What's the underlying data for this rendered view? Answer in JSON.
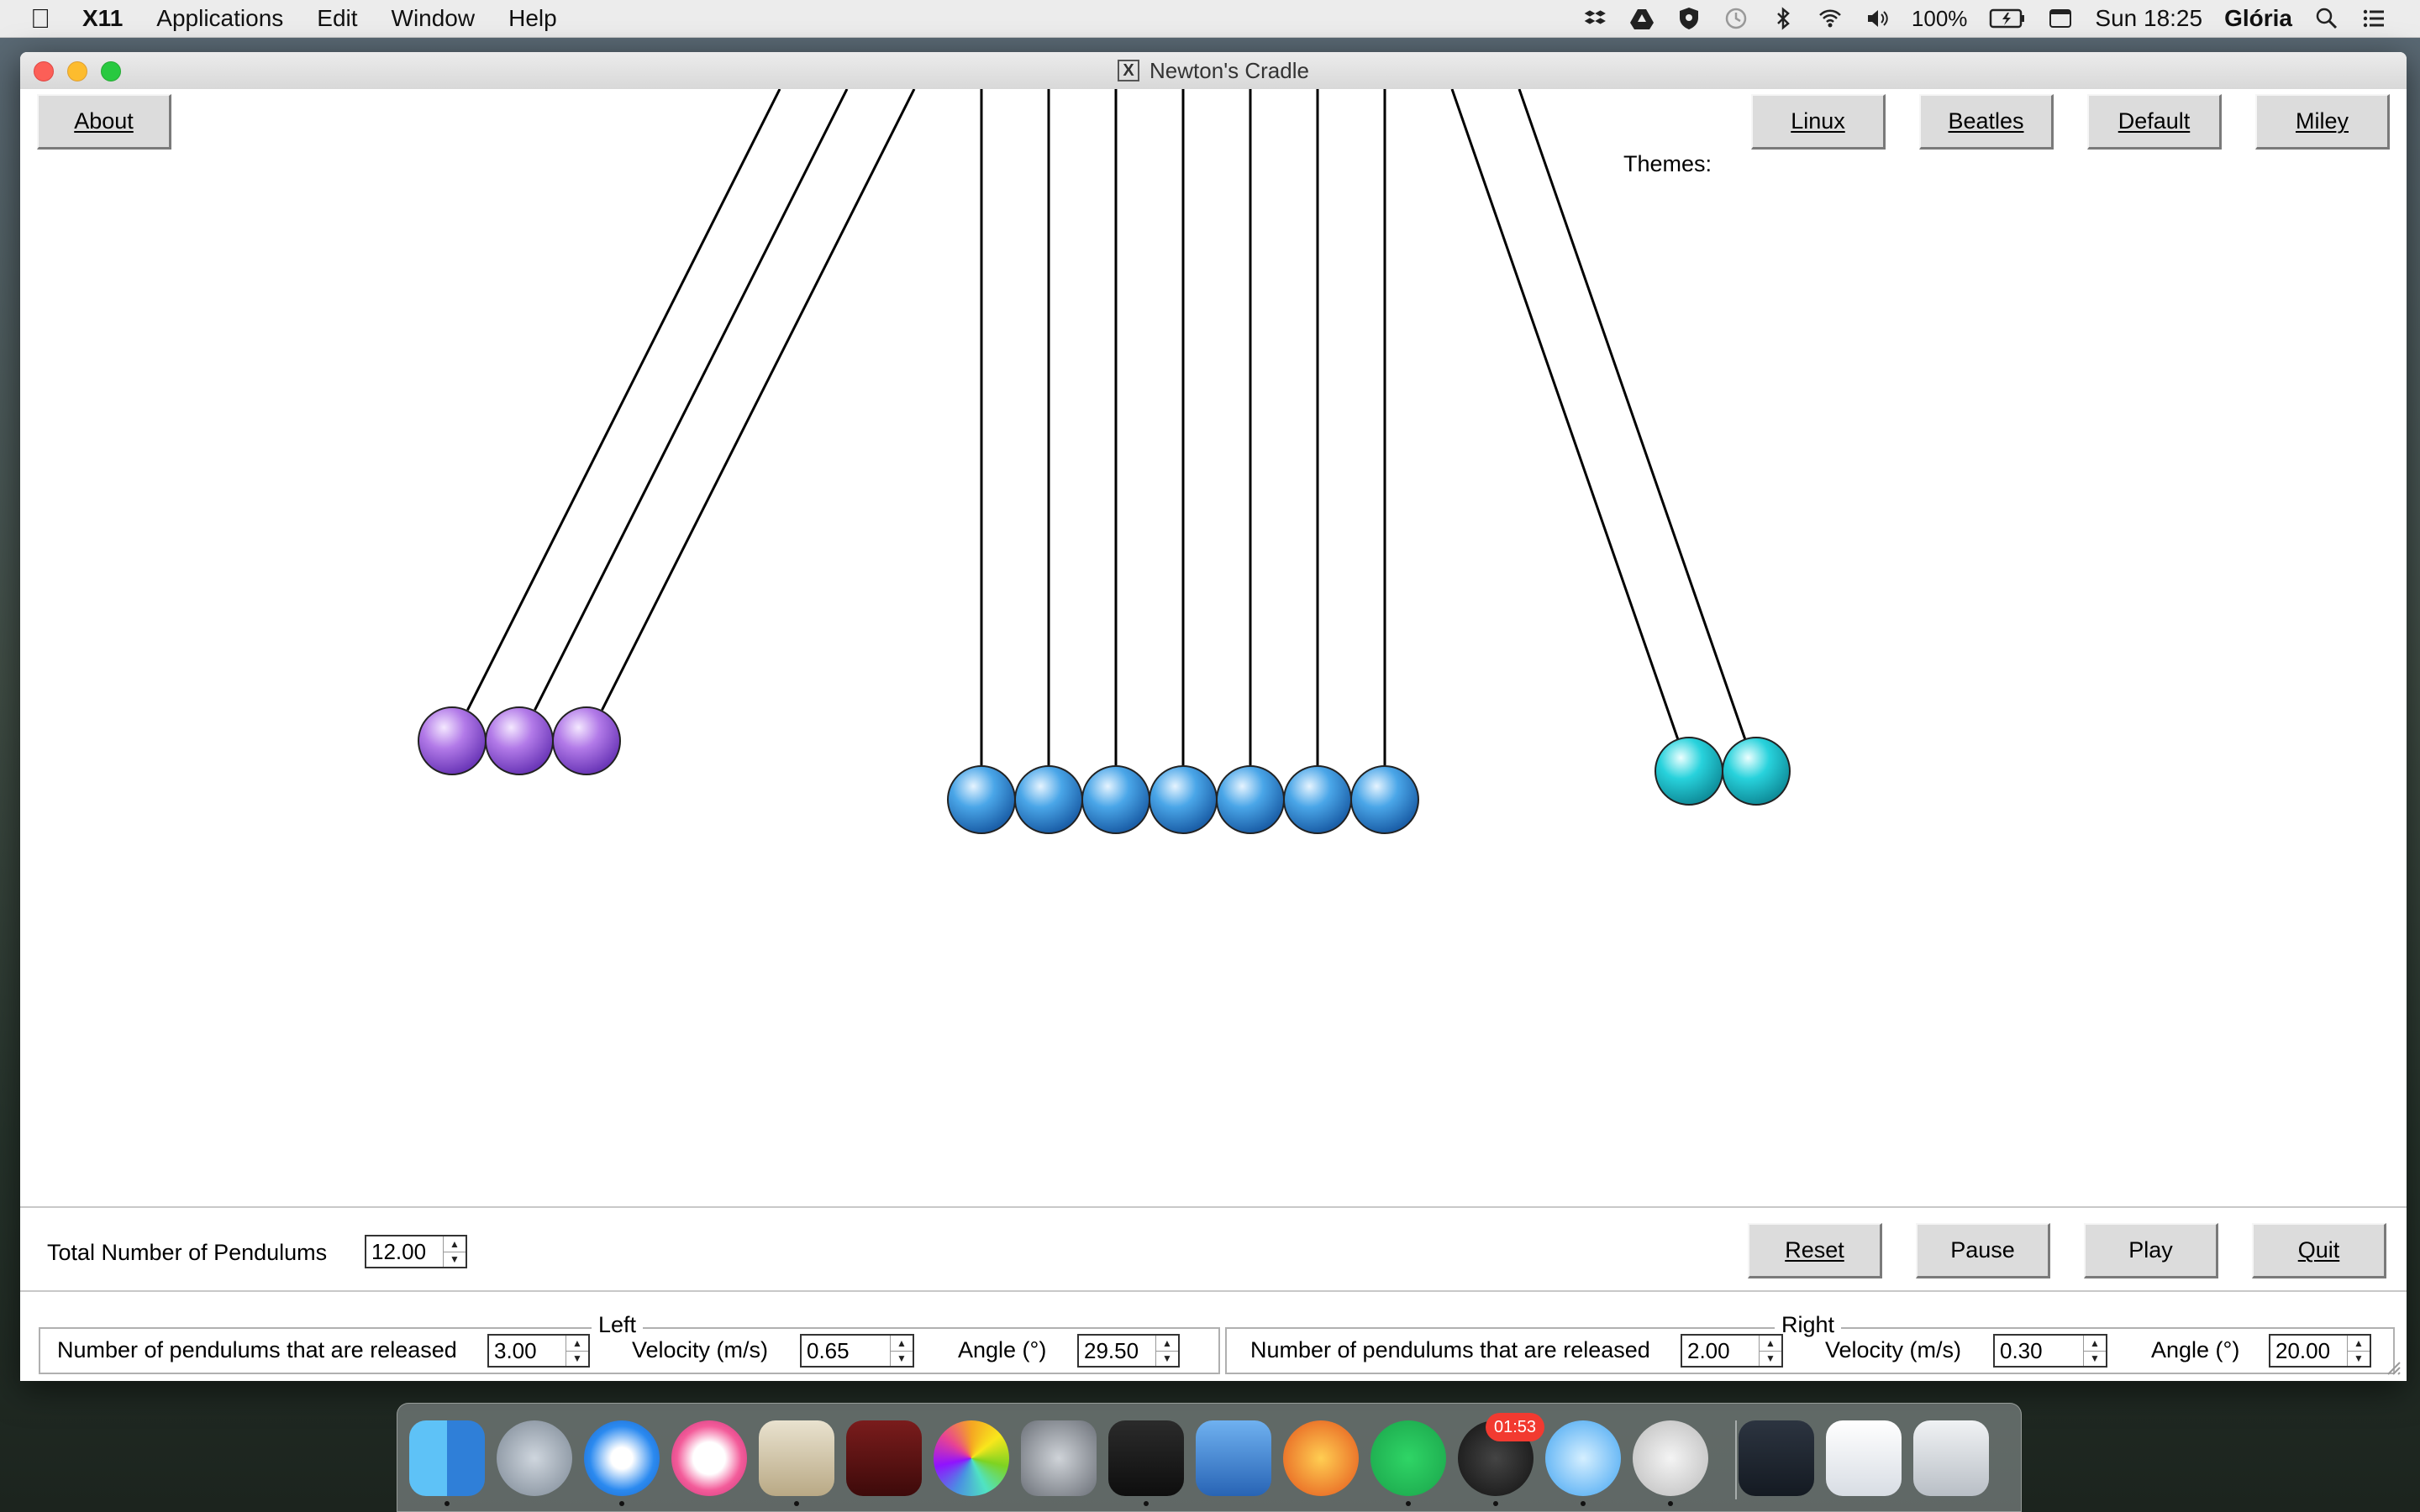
{
  "menubar": {
    "app_name": "X11",
    "items": [
      "Applications",
      "Edit",
      "Window",
      "Help"
    ],
    "battery": "100%",
    "clock": "Sun 18:25",
    "user": "Glória"
  },
  "window": {
    "title": "Newton's Cradle",
    "about_label": "About",
    "themes_label": "Themes:",
    "themes": [
      "Linux",
      "Beatles",
      "Default",
      "Miley"
    ]
  },
  "cradle": {
    "total_pendulums": 12,
    "left_released": 3,
    "right_released": 2,
    "left_color": "#a56be0",
    "middle_color": "#3d9be0",
    "right_color": "#22cdd8"
  },
  "controls": {
    "total_label": "Total Number of Pendulums",
    "total_value": "12.00",
    "buttons": [
      "Reset",
      "Pause",
      "Play",
      "Quit"
    ],
    "left": {
      "title": "Left",
      "released_label": "Number of pendulums that are released",
      "released_value": "3.00",
      "velocity_label": "Velocity (m/s)",
      "velocity_value": "0.65",
      "angle_label": "Angle (°)",
      "angle_value": "29.50"
    },
    "right": {
      "title": "Right",
      "released_label": "Number of pendulums that are released",
      "released_value": "2.00",
      "velocity_label": "Velocity (m/s)",
      "velocity_value": "0.30",
      "angle_label": "Angle (°)",
      "angle_value": "20.00"
    }
  },
  "dock": {
    "apps": [
      "finder-icon",
      "launchpad-icon",
      "safari-icon",
      "itunes-icon",
      "mail-icon",
      "photo-booth-icon",
      "photos-icon",
      "system-preferences-icon",
      "terminal-icon",
      "xcode-icon",
      "mathematica-icon",
      "spotify-icon",
      "solitaire-icon",
      "messages-icon",
      "x11-icon",
      "screen-thumbnail-icon",
      "document-thumbnail-icon",
      "trash-icon"
    ],
    "badge": "01:53"
  }
}
